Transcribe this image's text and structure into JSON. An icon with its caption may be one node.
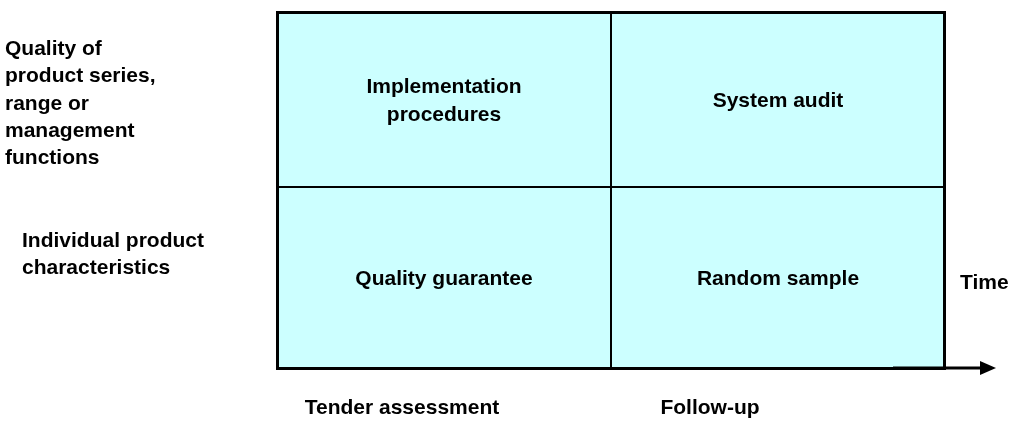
{
  "diagram": {
    "nodes": [
      {
        "text": [
          "Implementation procedures"
        ]
      },
      {
        "text": [
          "System audit"
        ]
      },
      {
        "text": [
          "Quality guarantee"
        ]
      },
      {
        "text": [
          "Random sample"
        ]
      }
    ],
    "labels": [
      "Quality of product series, range or management functions",
      "Individual product characteristics",
      "Time",
      "Tender assessment",
      "Follow-up"
    ]
  }
}
